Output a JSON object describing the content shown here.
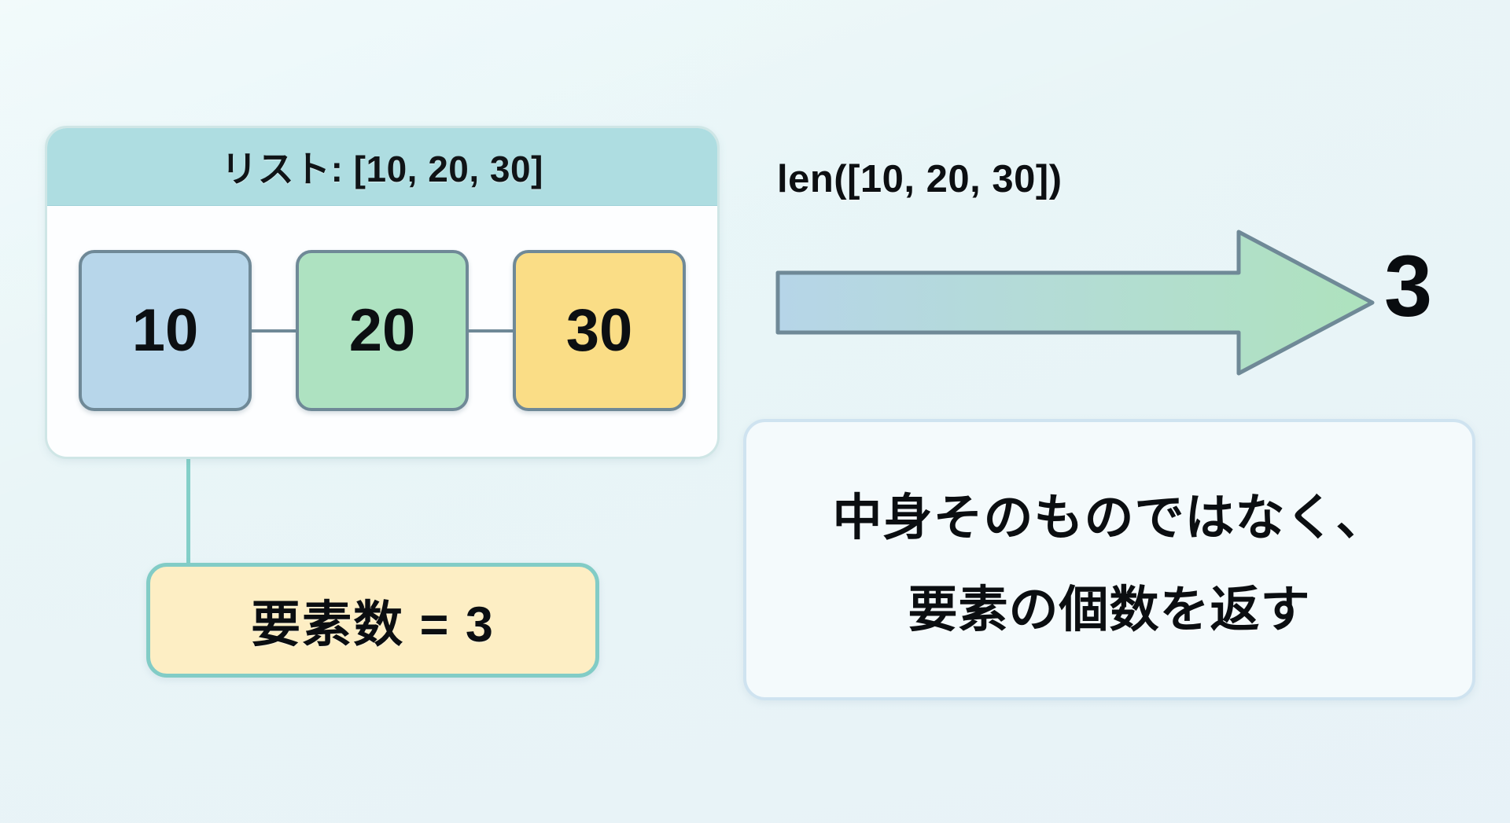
{
  "background": {
    "color_top": "#e7f5f8",
    "color_bottom": "#e9f2f8"
  },
  "list_card": {
    "header_label": "リスト: [10, 20, 30]",
    "header_color": "#aedde1",
    "border_color": "#cfe6e6",
    "elements": [
      {
        "value": "10",
        "color": "#b7d6ea"
      },
      {
        "value": "20",
        "color": "#aee2c1"
      },
      {
        "value": "30",
        "color": "#fadd86"
      }
    ],
    "element_border_color": "#6f8997"
  },
  "count_pill": {
    "label": "要素数 = 3",
    "fill_color": "#fdeec4",
    "border_color": "#82ccc6"
  },
  "connector": {
    "color": "#83cfc8"
  },
  "expression": {
    "caption": "len([10, 20, 30])"
  },
  "arrow": {
    "name": "right-block-arrow",
    "gradient_start": "#b6d5e8",
    "gradient_end": "#aee2bd",
    "stroke_color": "#6f8997"
  },
  "result": {
    "value": "3"
  },
  "note_box": {
    "lines": [
      "中身そのものではなく、",
      "要素の個数を返す"
    ],
    "fill_color": "#f4fafc",
    "border_color": "#cfe3f0"
  }
}
